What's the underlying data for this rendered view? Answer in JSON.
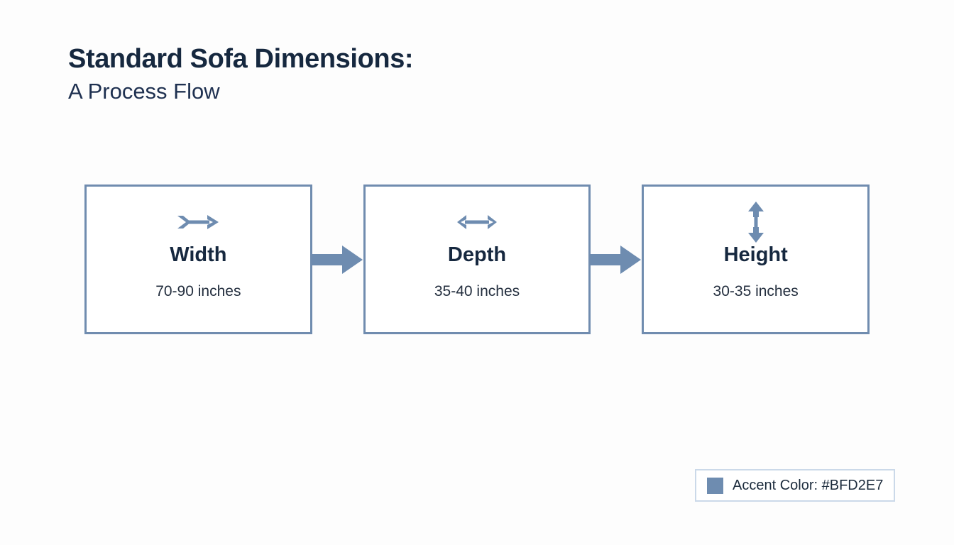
{
  "header": {
    "title": "Standard Sofa Dimensions:",
    "subtitle": "A Process Flow"
  },
  "diagram": {
    "type": "process-flow",
    "orientation": "horizontal",
    "connector_icon": "block-arrow-right-icon",
    "nodes": [
      {
        "label": "Width",
        "value": "70-90 inches",
        "icon": "arrow-right-long-icon"
      },
      {
        "label": "Depth",
        "value": "35-40 inches",
        "icon": "arrow-left-right-icon"
      },
      {
        "label": "Height",
        "value": "30-35 inches",
        "icon": "arrow-up-down-icon"
      }
    ]
  },
  "legend": {
    "swatch_icon": "color-swatch-icon",
    "text": "Accent Color: #BFD2E7"
  },
  "colors": {
    "accent_label": "#BFD2E7",
    "accent_rendered": "#6E8CB0",
    "node_border": "#708CAF",
    "title_text": "#16283F",
    "subtitle_text": "#1E3050",
    "value_text": "#232E3E",
    "legend_border": "#CBD9E9",
    "background": "#FDFDFD"
  }
}
